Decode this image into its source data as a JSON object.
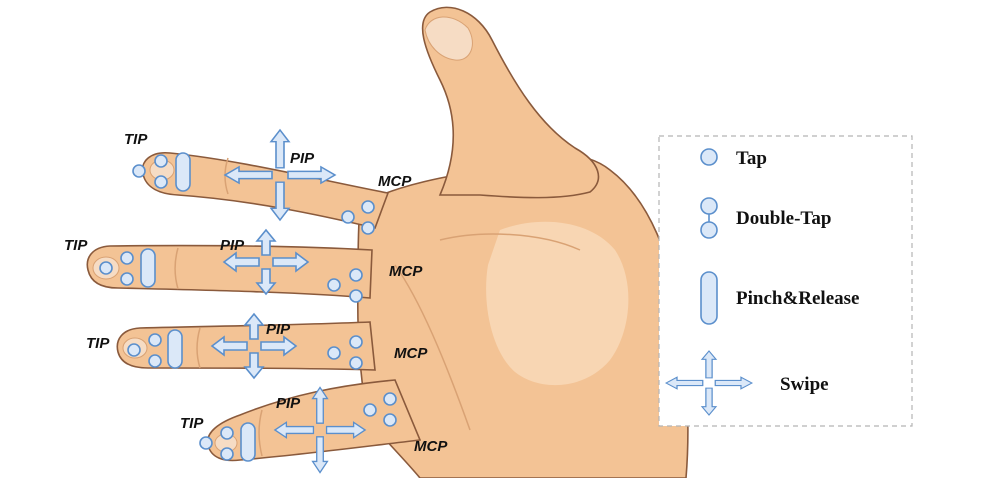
{
  "colors": {
    "skin": "#f3c395",
    "skin_light": "#f8d6b3",
    "skin_dark": "#d9a274",
    "outline": "#8a5a3c",
    "nail": "#f6dcc4",
    "gesture_fill": "#dbe8f8",
    "gesture_stroke": "#5b8fcc",
    "legend_border": "#b5b5b5"
  },
  "joint_labels": {
    "tip": "TIP",
    "pip": "PIP",
    "mcp": "MCP"
  },
  "legend": {
    "items": [
      {
        "icon": "tap-icon",
        "label": "Tap"
      },
      {
        "icon": "double-tap-icon",
        "label": "Double-Tap"
      },
      {
        "icon": "pinch-release-icon",
        "label": "Pinch&Release"
      },
      {
        "icon": "swipe-icon",
        "label": "Swipe"
      }
    ]
  }
}
